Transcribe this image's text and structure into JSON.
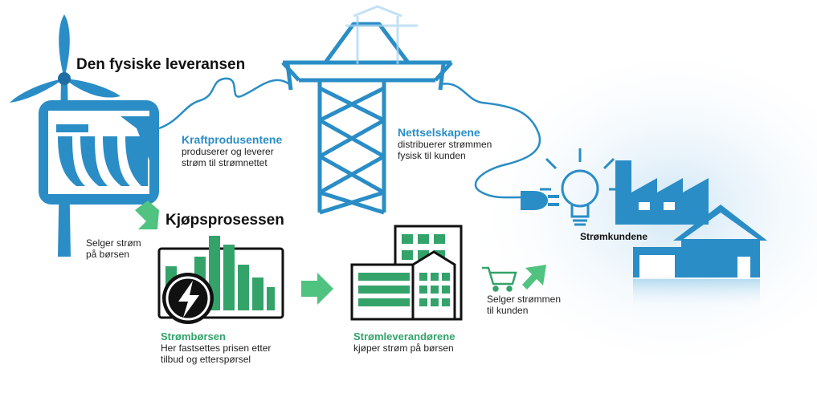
{
  "sections": {
    "physical_delivery_title": "Den fysiske leveransen",
    "purchase_process_title": "Kjøpsprosessen"
  },
  "producers": {
    "title": "Kraftprodusentene",
    "lines": [
      "produserer og leverer",
      "strøm til strømnettet"
    ]
  },
  "grid_companies": {
    "title": "Nettselskapene",
    "lines": [
      "distribuerer strømmen",
      "fysisk til kunden"
    ]
  },
  "customers": {
    "title": "Strømkundene"
  },
  "sell_exchange": {
    "lines": [
      "Selger strøm",
      "på børsen"
    ]
  },
  "exchange": {
    "title": "Strømbørsen",
    "lines": [
      "Her fastsettes prisen etter",
      "tilbud og etterspørsel"
    ]
  },
  "suppliers": {
    "title": "Strømleverandørene",
    "lines": [
      "kjøper strøm på børsen"
    ]
  },
  "sell_customer": {
    "lines": [
      "Selger strømmen",
      "til kunden"
    ]
  },
  "colors": {
    "blue": "#2a8dc6",
    "green": "#33a36a",
    "light_green": "#4fc37f"
  },
  "icons": [
    "wind-turbine-icon",
    "hydro-dam-icon",
    "power-pylon-icon",
    "plug-icon",
    "light-bulb-icon",
    "factory-icon",
    "house-icon",
    "power-exchange-icon",
    "lightning-icon",
    "office-building-icon",
    "shopping-cart-icon",
    "arrow-icon"
  ]
}
